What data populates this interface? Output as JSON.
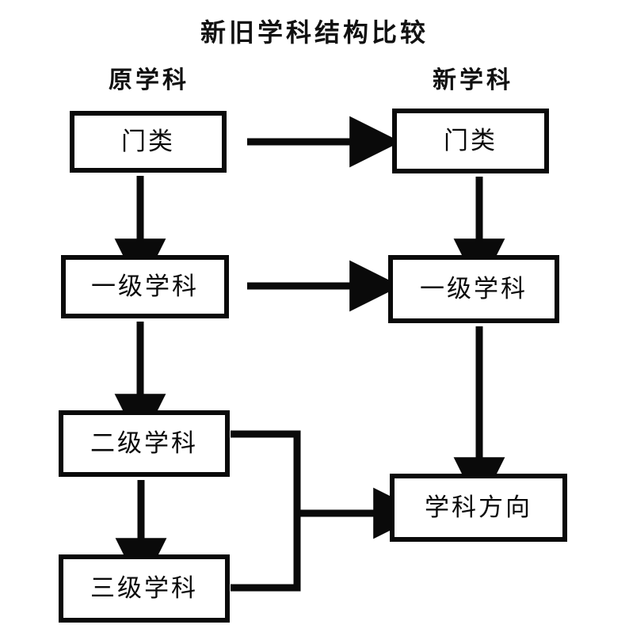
{
  "title": "新旧学科结构比较",
  "columns": {
    "old": {
      "header": "原学科"
    },
    "new": {
      "header": "新学科"
    }
  },
  "diagram": {
    "type": "flowchart",
    "nodes": [
      {
        "id": "old-menlei",
        "column": "old",
        "label": "门类",
        "level": 1
      },
      {
        "id": "old-yiji",
        "column": "old",
        "label": "一级学科",
        "level": 2
      },
      {
        "id": "old-erji",
        "column": "old",
        "label": "二级学科",
        "level": 3
      },
      {
        "id": "old-sanji",
        "column": "old",
        "label": "三级学科",
        "level": 4
      },
      {
        "id": "new-menlei",
        "column": "new",
        "label": "门类",
        "level": 1
      },
      {
        "id": "new-yiji",
        "column": "new",
        "label": "一级学科",
        "level": 2
      },
      {
        "id": "new-fangxiang",
        "column": "new",
        "label": "学科方向",
        "level": 3
      }
    ],
    "edges": [
      {
        "from": "old-menlei",
        "to": "old-yiji",
        "direction": "down",
        "arrow": true
      },
      {
        "from": "old-yiji",
        "to": "old-erji",
        "direction": "down",
        "arrow": true
      },
      {
        "from": "old-erji",
        "to": "old-sanji",
        "direction": "down",
        "arrow": true
      },
      {
        "from": "old-menlei",
        "to": "new-menlei",
        "direction": "right",
        "arrow": true
      },
      {
        "from": "old-yiji",
        "to": "new-yiji",
        "direction": "right",
        "arrow": true
      },
      {
        "from": "new-menlei",
        "to": "new-yiji",
        "direction": "down",
        "arrow": true
      },
      {
        "from": "new-yiji",
        "to": "new-fangxiang",
        "direction": "down",
        "arrow": true
      },
      {
        "from": "old-erji",
        "to": "new-fangxiang",
        "direction": "merge-right",
        "arrow": true
      },
      {
        "from": "old-sanji",
        "to": "new-fangxiang",
        "direction": "merge-right",
        "arrow": true
      }
    ]
  },
  "colors": {
    "ink": "#0a0a0a",
    "background": "#ffffff"
  }
}
